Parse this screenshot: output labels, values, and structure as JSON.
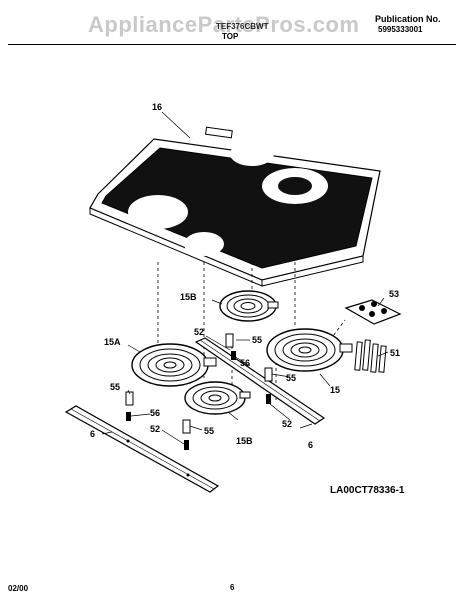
{
  "header": {
    "watermark": "AppliancePartsPros.com",
    "model": "TEF376CBWT",
    "section": "TOP",
    "publication_label": "Publication No.",
    "publication_number": "5995333001"
  },
  "callouts": {
    "c16": "16",
    "c15B_top": "15B",
    "c53": "53",
    "c52_top": "52",
    "c55_top": "55",
    "c15A": "15A",
    "c56_mid": "56",
    "c51": "51",
    "c55_left": "55",
    "c55_right": "55",
    "c15": "15",
    "c56_low": "56",
    "c52_right": "52",
    "c52_low": "52",
    "c55_low": "55",
    "c15B_low": "15B",
    "c6_right": "6",
    "c6_left": "6"
  },
  "footer": {
    "diagram_code": "LA00CT78336-1",
    "date": "02/00",
    "page": "6"
  }
}
